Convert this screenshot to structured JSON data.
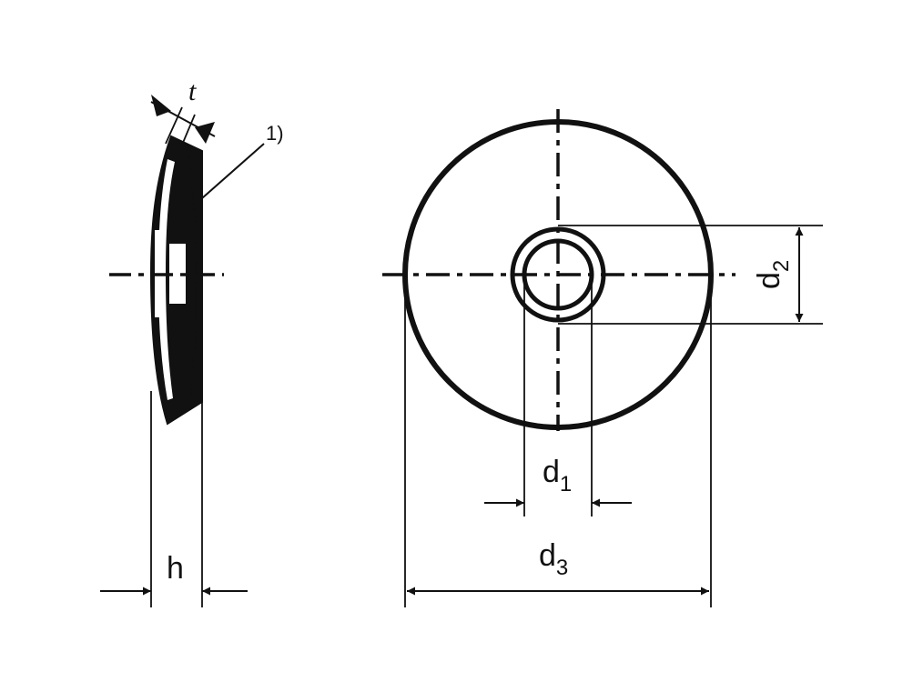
{
  "labels": {
    "t": "t",
    "ref": "1)",
    "h": "h",
    "d1": {
      "main": "d",
      "sub": "1"
    },
    "d2": {
      "main": "d",
      "sub": "2"
    },
    "d3": {
      "main": "d",
      "sub": "3"
    }
  },
  "colors": {
    "ink": "#111111",
    "background": "#ffffff"
  }
}
